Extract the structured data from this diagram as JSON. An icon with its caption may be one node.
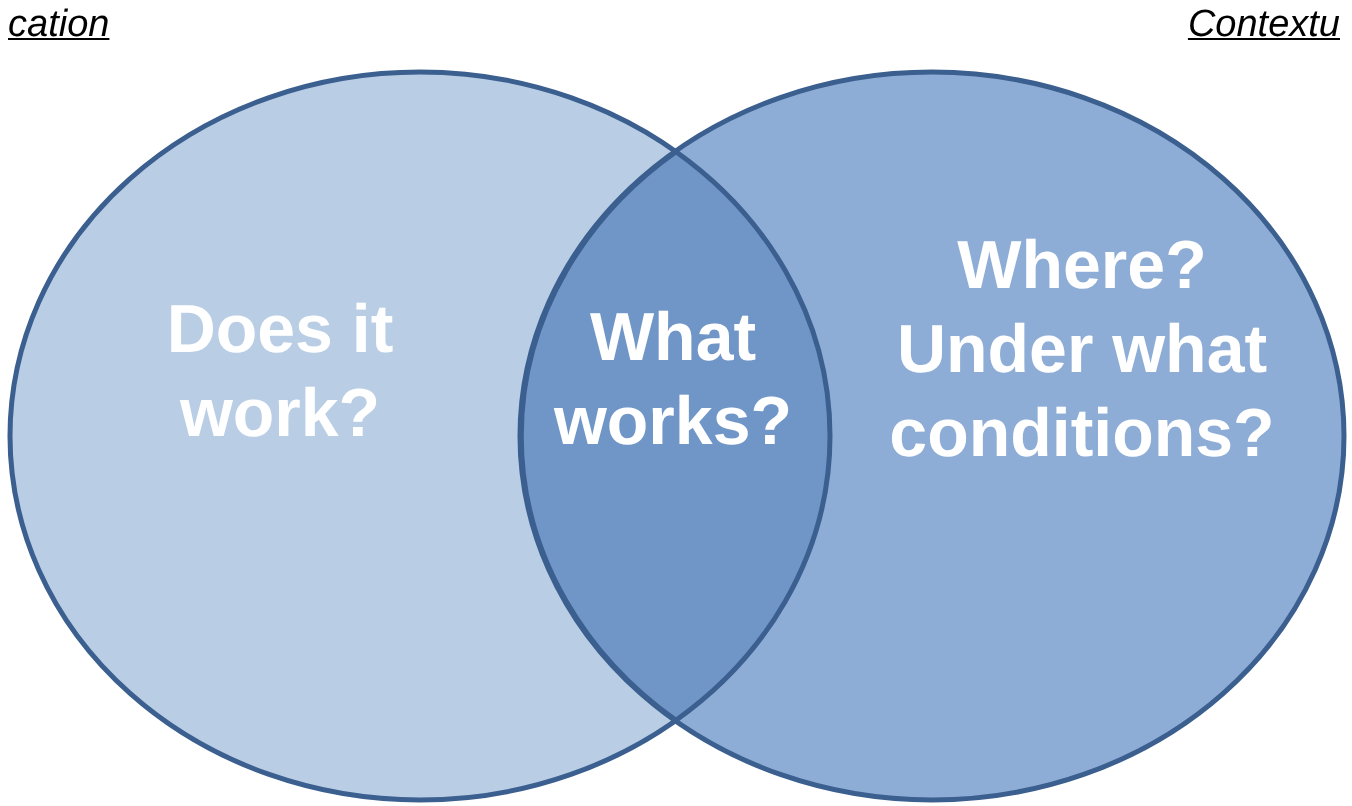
{
  "diagram": {
    "nodes": [
      {
        "text": [
          "Does it work?"
        ]
      },
      {
        "text": [
          "What works?"
        ]
      },
      {
        "text": [
          "Where? Under what conditions?"
        ]
      }
    ],
    "labels": [
      "cation",
      "Contextu"
    ]
  }
}
